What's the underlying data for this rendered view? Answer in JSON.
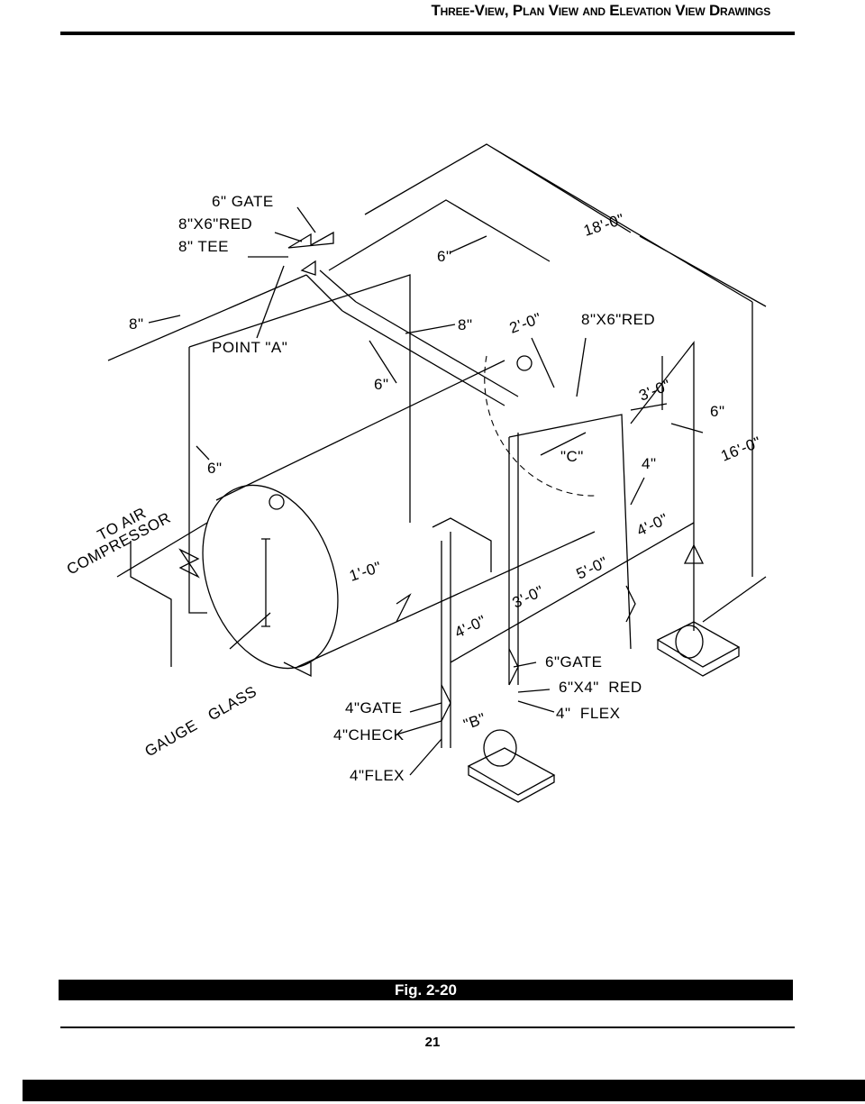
{
  "header": {
    "title": "Three-View, Plan View and Elevation View Drawings"
  },
  "figure": {
    "caption": "Fig. 2-20",
    "labels": {
      "gate_6": "6\" GATE",
      "red_8x6_top": "8\"X6\"RED",
      "tee_8": "8\" TEE",
      "pipe_8_left": "8\"",
      "point_a": "POINT \"A\"",
      "pipe_6_mid": "6\"",
      "pipe_8_mid": "8\"",
      "pipe_6_top": "6\"",
      "dim_18": "18'-0\"",
      "dim_2": "2'-0\"",
      "red_8x6_right": "8\"X6\"RED",
      "dim_3_top": "3'-0\"",
      "pipe_6_right": "6\"",
      "dim_16": "16'-0\"",
      "point_c": "\"C\"",
      "pipe_4": "4\"",
      "pipe_6_left": "6\"",
      "to_air": "TO AIR",
      "compressor": "COMPRESSOR",
      "dim_1": "1'-0\"",
      "dim_4_right": "4'-0\"",
      "dim_5": "5'-0\"",
      "dim_3_bottom": "3'-0\"",
      "dim_4_bottom": "4'-0\"",
      "gate_6_bottom": "6\"GATE",
      "red_6x4": "6\"X4\"  RED",
      "flex_4_right": "4\"  FLEX",
      "gate_4": "4\"GATE",
      "check_4": "4\"CHECK",
      "flex_4_left": "4\"FLEX",
      "point_b": "\"B\"",
      "gauge": "GAUGE",
      "glass": "GLASS"
    }
  },
  "footer": {
    "page_number": "21"
  }
}
